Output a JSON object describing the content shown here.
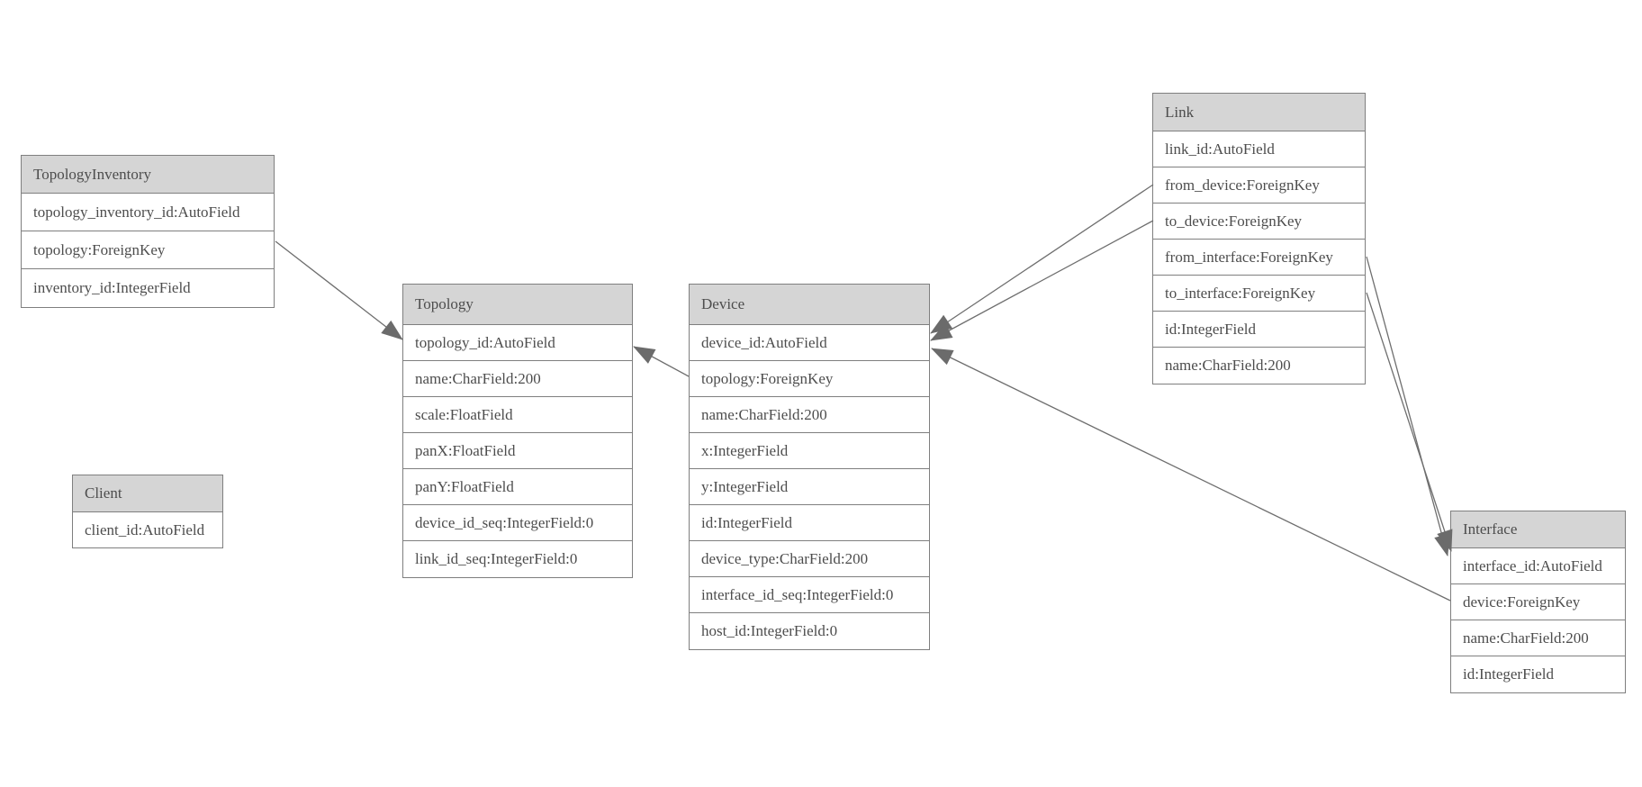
{
  "diagram": {
    "type": "entity-relationship",
    "tables": [
      {
        "name": "TopologyInventory",
        "fields": [
          "topology_inventory_id:AutoField",
          "topology:ForeignKey",
          "inventory_id:IntegerField"
        ]
      },
      {
        "name": "Topology",
        "fields": [
          "topology_id:AutoField",
          "name:CharField:200",
          "scale:FloatField",
          "panX:FloatField",
          "panY:FloatField",
          "device_id_seq:IntegerField:0",
          "link_id_seq:IntegerField:0"
        ]
      },
      {
        "name": "Client",
        "fields": [
          "client_id:AutoField"
        ]
      },
      {
        "name": "Device",
        "fields": [
          "device_id:AutoField",
          "topology:ForeignKey",
          "name:CharField:200",
          "x:IntegerField",
          "y:IntegerField",
          "id:IntegerField",
          "device_type:CharField:200",
          "interface_id_seq:IntegerField:0",
          "host_id:IntegerField:0"
        ]
      },
      {
        "name": "Link",
        "fields": [
          "link_id:AutoField",
          "from_device:ForeignKey",
          "to_device:ForeignKey",
          "from_interface:ForeignKey",
          "to_interface:ForeignKey",
          "id:IntegerField",
          "name:CharField:200"
        ]
      },
      {
        "name": "Interface",
        "fields": [
          "interface_id:AutoField",
          "device:ForeignKey",
          "name:CharField:200",
          "id:IntegerField"
        ]
      }
    ],
    "edges": [
      {
        "from": "TopologyInventory.topology",
        "to": "Topology"
      },
      {
        "from": "Device.topology",
        "to": "Topology"
      },
      {
        "from": "Link.from_device",
        "to": "Device"
      },
      {
        "from": "Link.to_device",
        "to": "Device"
      },
      {
        "from": "Interface.device",
        "to": "Device"
      },
      {
        "from": "Link.from_interface",
        "to": "Interface"
      },
      {
        "from": "Link.to_interface",
        "to": "Interface"
      }
    ],
    "colors": {
      "header_fill": "#d5d5d5",
      "border": "#7f7f7f",
      "text": "#4d4d4d",
      "edge_line": "#6e6e6e",
      "arrowhead": "#6b6b6b",
      "background": "#ffffff"
    }
  }
}
